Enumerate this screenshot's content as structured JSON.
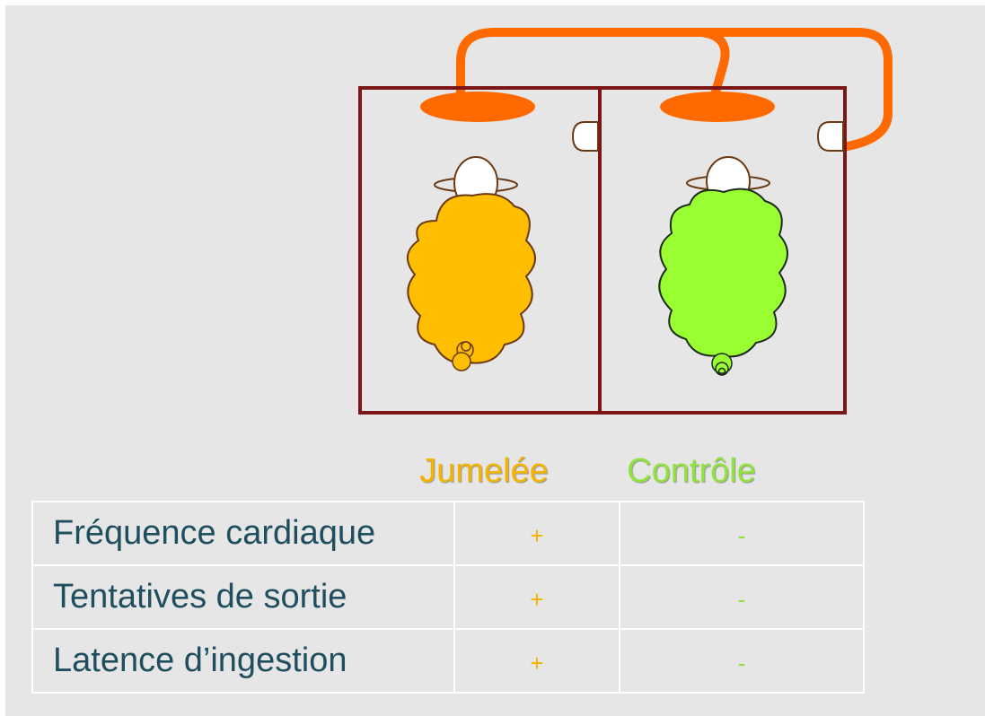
{
  "columns": {
    "jumelee": "Jumelée",
    "controle": "Contrôle"
  },
  "colors": {
    "frame": "#7b1516",
    "tube": "#ff6a00",
    "sheep_jumelee": "#ffbe00",
    "sheep_controle": "#99ff33",
    "sheep_outline": "#6b3a12",
    "label_jumelee": "#f5b301",
    "label_controle": "#8fe33c",
    "table_text": "#1f4e5f"
  },
  "rows": [
    {
      "label": "Fréquence cardiaque",
      "jumelee": "+",
      "controle": "-"
    },
    {
      "label": "Tentatives de sortie",
      "jumelee": "+",
      "controle": "-"
    },
    {
      "label": "Latence d’ingestion",
      "jumelee": "+",
      "controle": "-"
    }
  ]
}
